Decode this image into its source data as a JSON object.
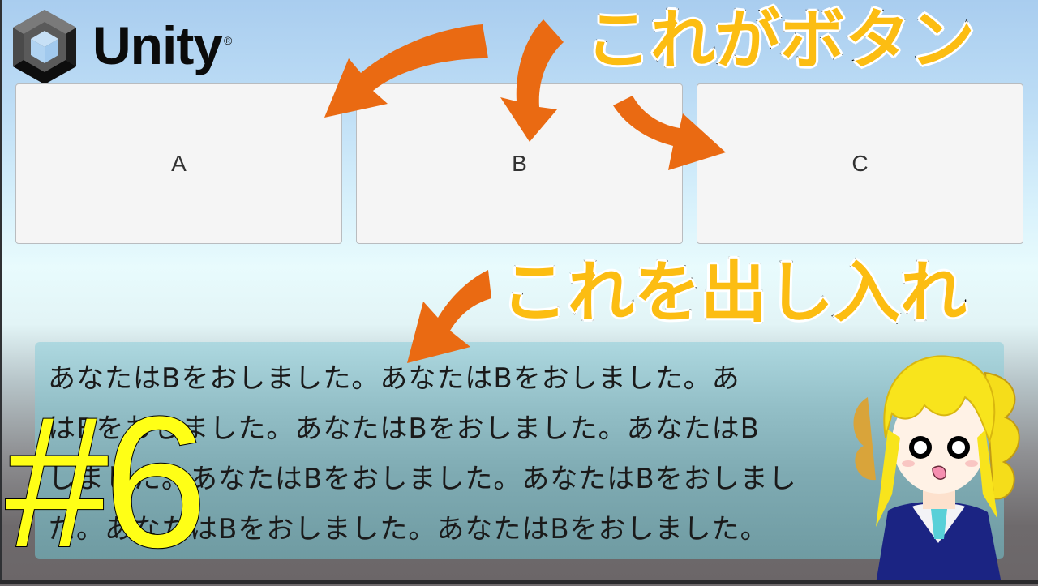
{
  "logo": {
    "icon": "unity-cube-icon",
    "wordmark": "Unity",
    "registered": "®"
  },
  "captions": {
    "top": "これがボタン",
    "middle": "これを出し入れ",
    "episode": "#6"
  },
  "buttons": [
    {
      "label": "A"
    },
    {
      "label": "B"
    },
    {
      "label": "C"
    }
  ],
  "text_panel": {
    "lines": [
      "あなたはBをおしました。あなたはBをおしました。あ",
      "はBをおしました。あなたはBをおしました。あなたはB",
      "しました。あなたはBをおしました。あなたはBをおしまし",
      "た。あなたはBをおしました。あなたはBをおしました。"
    ]
  },
  "colors": {
    "caption_fill": "#fcbd12",
    "episode_fill": "#ffff16",
    "arrow": "#ea6a12",
    "button_bg": "#f5f5f5",
    "panel_top": "#add8e0",
    "panel_bottom": "#6f9ba2"
  },
  "character": {
    "icon": "anime-girl-mascot-icon"
  }
}
